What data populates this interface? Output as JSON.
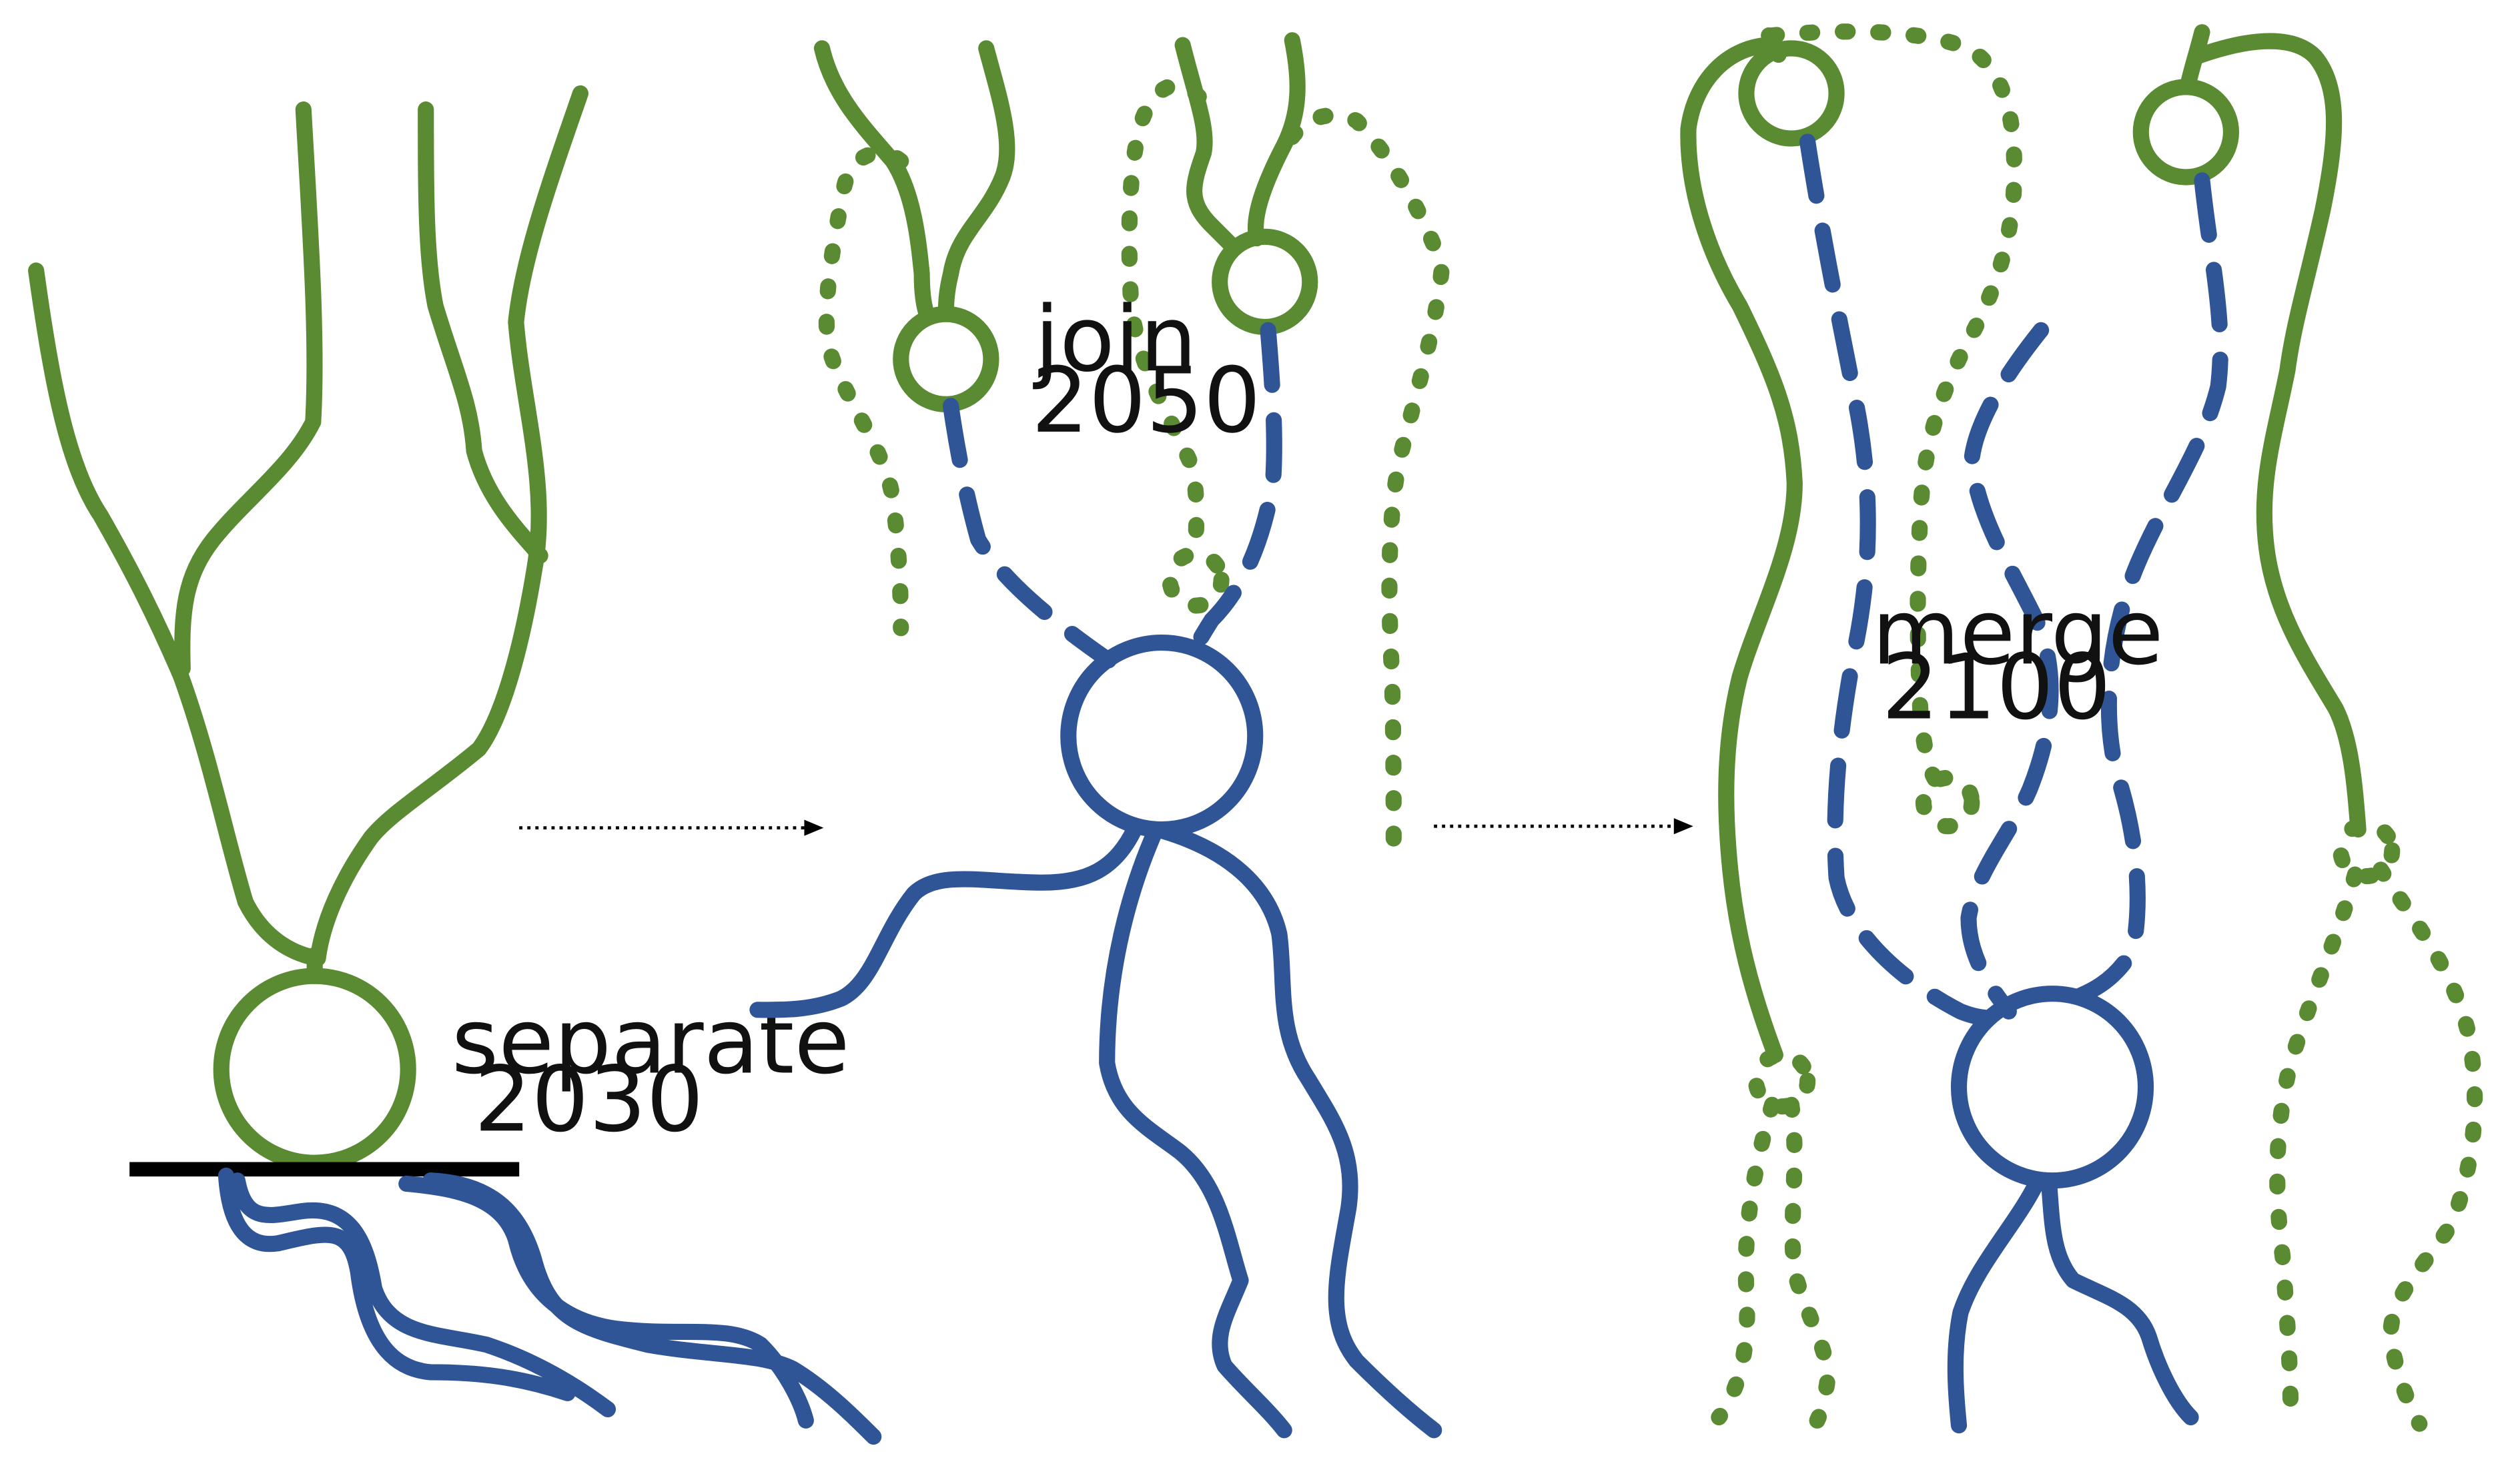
{
  "colors": {
    "green": "#5a8a32",
    "blue": "#2f5597",
    "black": "#000000"
  },
  "labels": {
    "separate": "separate",
    "separate_year": "2030",
    "join": "join",
    "join_year": "2050",
    "merge": "merge",
    "merge_year": "2100"
  }
}
